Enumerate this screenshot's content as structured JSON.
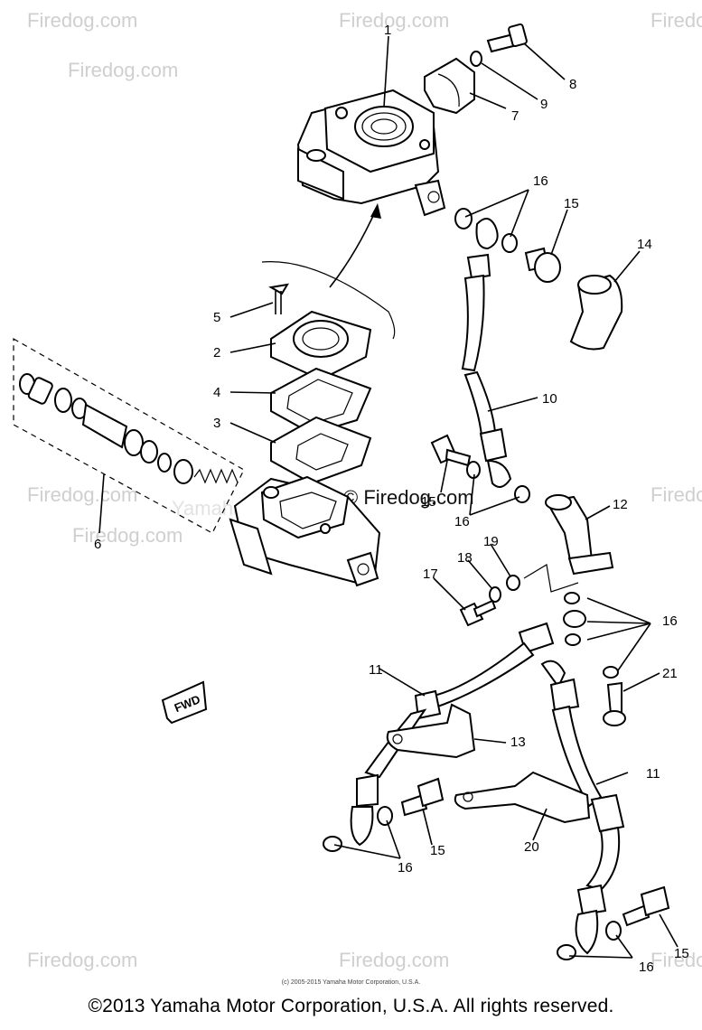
{
  "watermark": {
    "site": "Firedog.com",
    "brand": "© Firedog.com",
    "faint_text": "Yamaha Motor U.S.A."
  },
  "diagram": {
    "fwd_label": "FWD",
    "callouts": [
      "1",
      "2",
      "3",
      "4",
      "5",
      "6",
      "7",
      "8",
      "9",
      "10",
      "11",
      "11",
      "12",
      "13",
      "14",
      "15",
      "15",
      "15",
      "15",
      "16",
      "16",
      "16",
      "16",
      "16",
      "17",
      "18",
      "19",
      "20",
      "21"
    ]
  },
  "footer": {
    "small_copyright": "(c) 2005-2015 Yamaha Motor Corporation, U.S.A.",
    "copyright": "©2013 Yamaha Motor Corporation, U.S.A. All rights reserved."
  }
}
